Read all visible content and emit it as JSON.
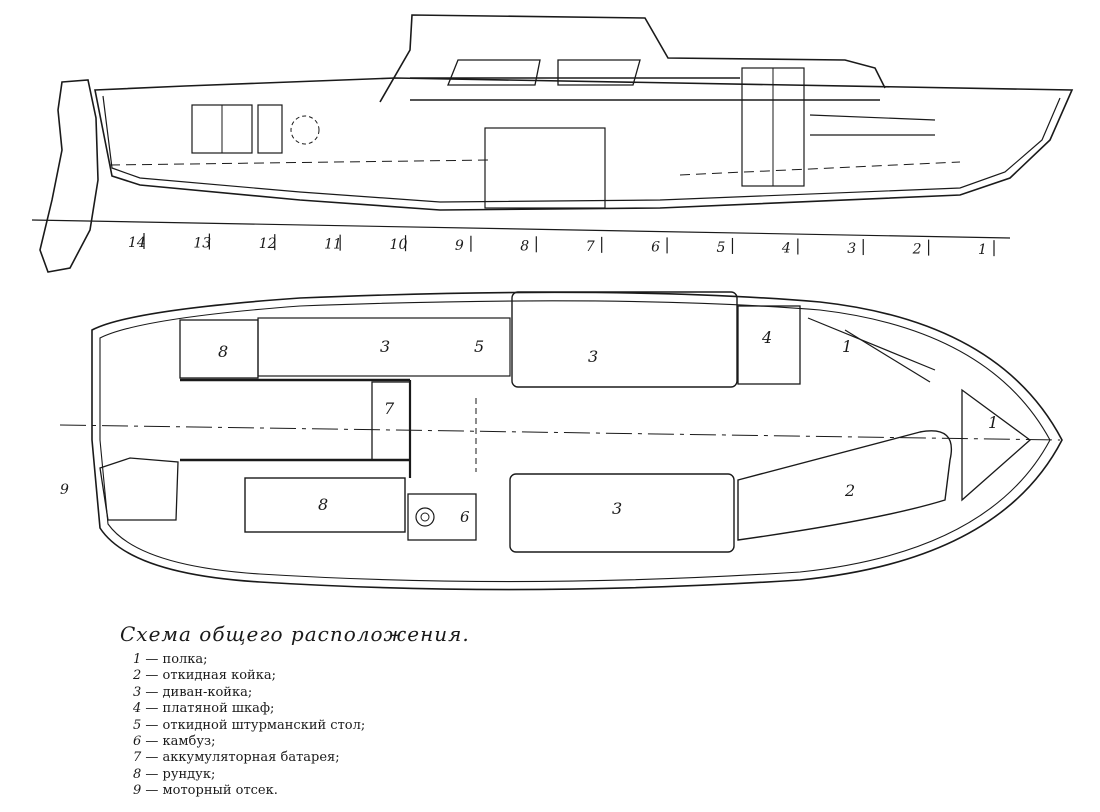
{
  "frames": [
    "14",
    "13",
    "12",
    "11",
    "10",
    "9",
    "8",
    "7",
    "6",
    "5",
    "4",
    "3",
    "2",
    "1"
  ],
  "plan_labels": {
    "rundu_kormovoy": "8",
    "divan_left": "3",
    "table": "5",
    "divan_top": "3",
    "shkaf": "4",
    "polka_right": "1",
    "polka_nose": "1",
    "battery": "7",
    "koika": "2",
    "motor": "9",
    "rundu_bottom": "8",
    "kambuz": "6",
    "divan_bottom": "3"
  },
  "caption": "Схема   общего   расположения.",
  "legend": [
    {
      "num": "1",
      "text": "полка;"
    },
    {
      "num": "2",
      "text": "откидная койка;"
    },
    {
      "num": "3",
      "text": "диван-койка;"
    },
    {
      "num": "4",
      "text": "платяной шкаф;"
    },
    {
      "num": "5",
      "text": "откидной штурманский стол;"
    },
    {
      "num": "6",
      "text": "камбуз;"
    },
    {
      "num": "7",
      "text": "аккумуляторная батарея;"
    },
    {
      "num": "8",
      "text": "рундук;"
    },
    {
      "num": "9",
      "text": "моторный отсек."
    }
  ]
}
